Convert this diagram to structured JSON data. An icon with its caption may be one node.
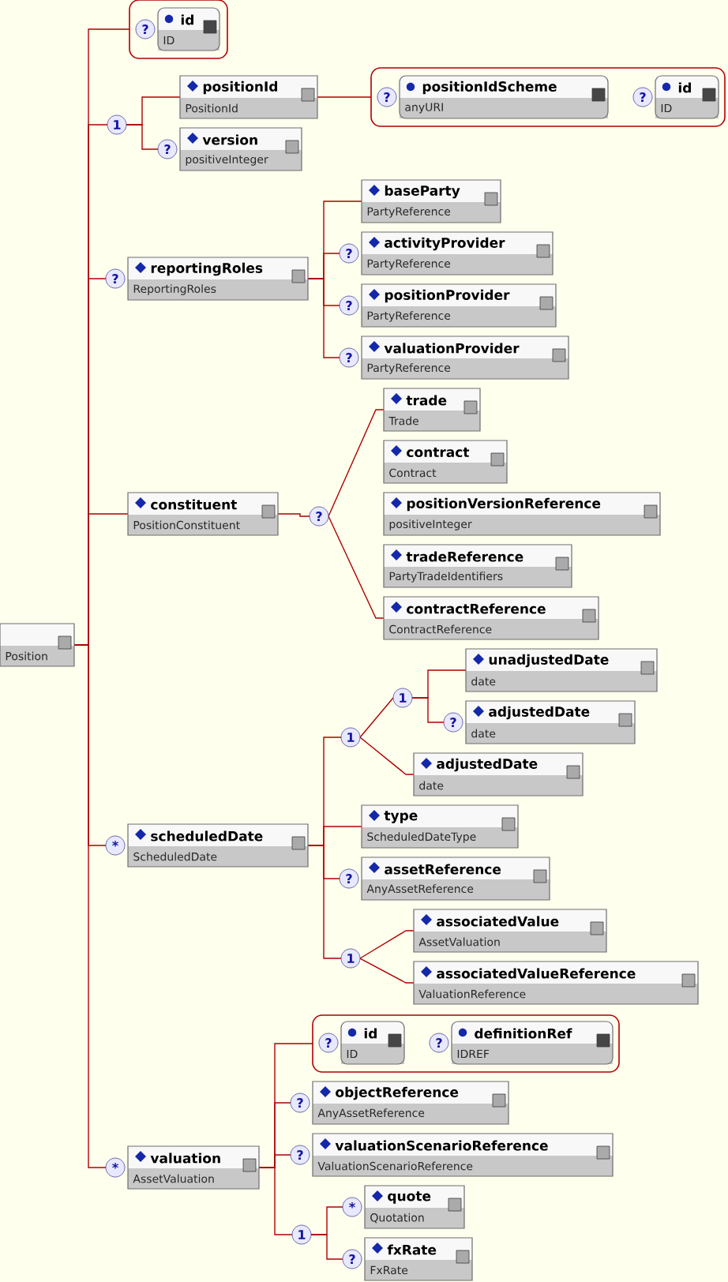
{
  "diagram": {
    "nodes": [
      {
        "text": [
          "Position"
        ]
      },
      {
        "text": [],
        "shape": "box"
      },
      {
        "text": [
          "id",
          "ID"
        ],
        "in": 1,
        "beside": [
          "?"
        ]
      },
      {
        "text": [
          "1"
        ]
      },
      {
        "text": [
          "positionId",
          "PositionId"
        ]
      },
      {
        "text": [],
        "shape": "box"
      },
      {
        "text": [
          "positionIdScheme",
          "anyURI"
        ],
        "in": 5,
        "beside": [
          "?"
        ]
      },
      {
        "text": [
          "id",
          "ID"
        ],
        "in": 5,
        "beside": [
          "?"
        ]
      },
      {
        "text": [
          "version",
          "positiveInteger"
        ],
        "beside": [
          "?"
        ]
      },
      {
        "text": [
          "reportingRoles",
          "ReportingRoles"
        ],
        "beside": [
          "?"
        ]
      },
      {
        "text": [
          "baseParty",
          "PartyReference"
        ]
      },
      {
        "text": [
          "activityProvider",
          "PartyReference"
        ],
        "beside": [
          "?"
        ]
      },
      {
        "text": [
          "positionProvider",
          "PartyReference"
        ],
        "beside": [
          "?"
        ]
      },
      {
        "text": [
          "valuationProvider",
          "PartyReference"
        ],
        "beside": [
          "?"
        ]
      },
      {
        "text": [
          "constituent",
          "PositionConstituent"
        ]
      },
      {
        "text": [
          "?"
        ]
      },
      {
        "text": [
          "trade",
          "Trade"
        ]
      },
      {
        "text": [
          "contract",
          "Contract"
        ]
      },
      {
        "text": [
          "positionVersionReference",
          "positiveInteger"
        ]
      },
      {
        "text": [
          "tradeReference",
          "PartyTradeIdentifiers"
        ]
      },
      {
        "text": [
          "contractReference",
          "ContractReference"
        ]
      },
      {
        "text": [
          "scheduledDate",
          "ScheduledDate"
        ],
        "beside": [
          "*"
        ]
      },
      {
        "text": [
          "1"
        ]
      },
      {
        "text": [
          "1"
        ]
      },
      {
        "text": [
          "unadjustedDate",
          "date"
        ]
      },
      {
        "text": [
          "adjustedDate",
          "date"
        ],
        "beside": [
          "?"
        ]
      },
      {
        "text": [
          "adjustedDate",
          "date"
        ]
      },
      {
        "text": [
          "type",
          "ScheduledDateType"
        ]
      },
      {
        "text": [
          "assetReference",
          "AnyAssetReference"
        ],
        "beside": [
          "?"
        ]
      },
      {
        "text": [
          "1"
        ]
      },
      {
        "text": [
          "associatedValue",
          "AssetValuation"
        ]
      },
      {
        "text": [
          "associatedValueReference",
          "ValuationReference"
        ]
      },
      {
        "text": [
          "valuation",
          "AssetValuation"
        ],
        "beside": [
          "*"
        ]
      },
      {
        "text": [],
        "shape": "box"
      },
      {
        "text": [
          "id",
          "ID"
        ],
        "in": 33,
        "beside": [
          "?"
        ]
      },
      {
        "text": [
          "definitionRef",
          "IDREF"
        ],
        "in": 33,
        "beside": [
          "?"
        ]
      },
      {
        "text": [
          "objectReference",
          "AnyAssetReference"
        ],
        "beside": [
          "?"
        ]
      },
      {
        "text": [
          "valuationScenarioReference",
          "ValuationScenarioReference"
        ],
        "beside": [
          "?"
        ]
      },
      {
        "text": [
          "1"
        ]
      },
      {
        "text": [
          "quote",
          "Quotation"
        ],
        "beside": [
          "*"
        ]
      },
      {
        "text": [
          "fxRate",
          "FxRate"
        ],
        "beside": [
          "?"
        ]
      }
    ],
    "edges": [
      {
        "from": 0,
        "to": 1,
        "arrow": "none"
      },
      {
        "from": 0,
        "to": 3,
        "arrow": "none"
      },
      {
        "from": 0,
        "to": 9,
        "arrow": "none"
      },
      {
        "from": 0,
        "to": 14,
        "arrow": "none"
      },
      {
        "from": 0,
        "to": 21,
        "arrow": "none"
      },
      {
        "from": 0,
        "to": 32,
        "arrow": "none"
      },
      {
        "from": 3,
        "to": 4,
        "arrow": "none"
      },
      {
        "from": 3,
        "to": 8,
        "arrow": "none"
      },
      {
        "from": 4,
        "to": 5,
        "arrow": "none"
      },
      {
        "from": 9,
        "to": 10,
        "arrow": "none"
      },
      {
        "from": 9,
        "to": 11,
        "arrow": "none"
      },
      {
        "from": 9,
        "to": 12,
        "arrow": "none"
      },
      {
        "from": 9,
        "to": 13,
        "arrow": "none"
      },
      {
        "from": 14,
        "to": 15,
        "arrow": "none"
      },
      {
        "from": 15,
        "to": 16,
        "arrow": "none"
      },
      {
        "from": 15,
        "to": 20,
        "arrow": "none"
      },
      {
        "from": 21,
        "to": 22,
        "arrow": "none"
      },
      {
        "from": 21,
        "to": 27,
        "arrow": "none"
      },
      {
        "from": 21,
        "to": 28,
        "arrow": "none"
      },
      {
        "from": 21,
        "to": 29,
        "arrow": "none"
      },
      {
        "from": 22,
        "to": 23,
        "arrow": "none"
      },
      {
        "from": 22,
        "to": 26,
        "arrow": "none"
      },
      {
        "from": 23,
        "to": 24,
        "arrow": "none"
      },
      {
        "from": 23,
        "to": 25,
        "arrow": "none"
      },
      {
        "from": 29,
        "to": 30,
        "arrow": "none"
      },
      {
        "from": 29,
        "to": 31,
        "arrow": "none"
      },
      {
        "from": 32,
        "to": 33,
        "arrow": "none"
      },
      {
        "from": 32,
        "to": 36,
        "arrow": "none"
      },
      {
        "from": 32,
        "to": 37,
        "arrow": "none"
      },
      {
        "from": 32,
        "to": 38,
        "arrow": "none"
      },
      {
        "from": 38,
        "to": 39,
        "arrow": "none"
      },
      {
        "from": 38,
        "to": 40,
        "arrow": "none"
      }
    ]
  }
}
